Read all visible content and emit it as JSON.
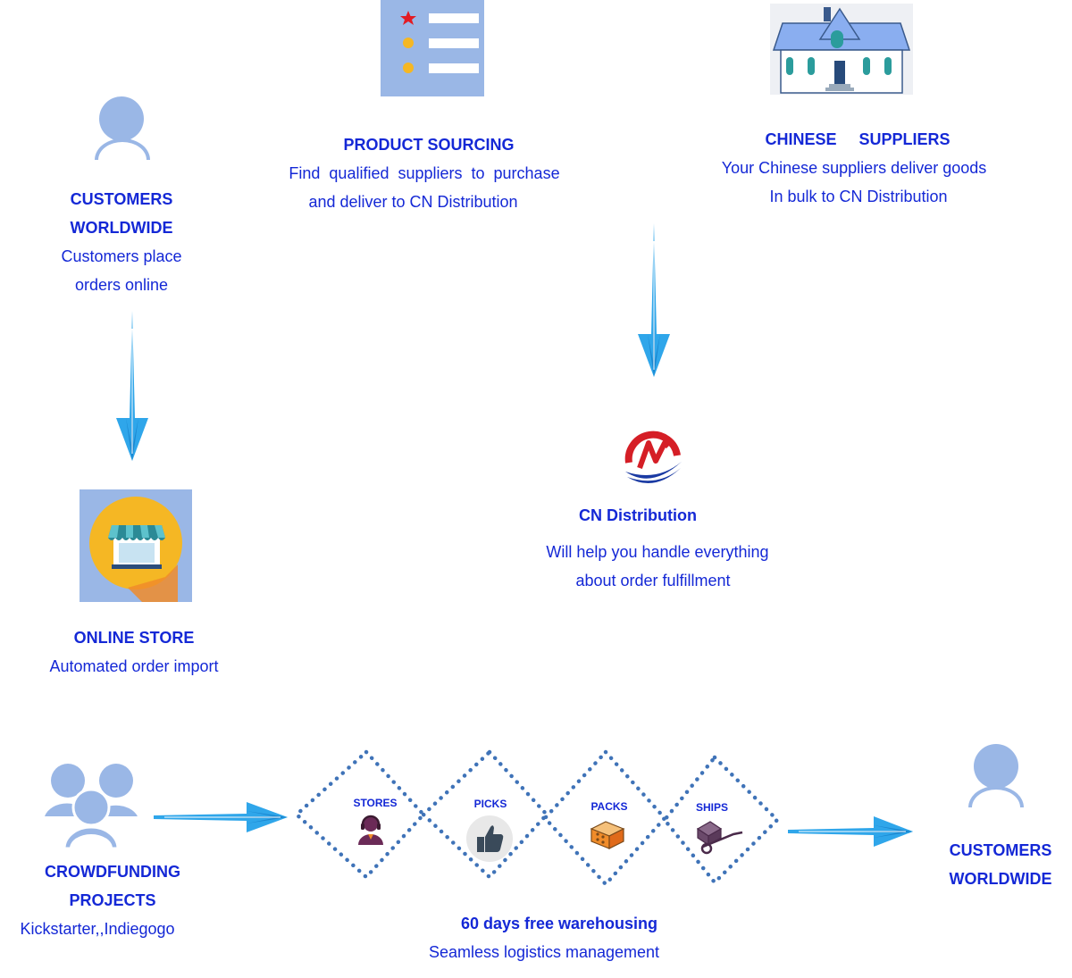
{
  "customers_top": {
    "title_line1": "CUSTOMERS",
    "title_line2": "WORLDWIDE",
    "desc_line1": "Customers place",
    "desc_line2": "orders online",
    "icon": "person-icon"
  },
  "product_sourcing": {
    "title": "PRODUCT SOURCING",
    "desc_line1": "Find  qualified  suppliers  to  purchase",
    "desc_line2": "and deliver to CN Distribution",
    "icon": "checklist-icon"
  },
  "chinese_suppliers": {
    "title": "CHINESE     SUPPLIERS",
    "desc_line1": "Your Chinese suppliers deliver goods",
    "desc_line2": "In bulk to CN Distribution",
    "icon": "house-icon"
  },
  "online_store": {
    "title": "ONLINE STORE",
    "desc": "Automated order import",
    "icon": "storefront-icon"
  },
  "cn_distribution": {
    "title": "CN Distribution",
    "desc_line1": "Will help you handle everything",
    "desc_line2": "about order fulfillment",
    "icon": "cn-logo-icon"
  },
  "crowdfunding": {
    "title_line1": "CROWDFUNDING",
    "title_line2": "PROJECTS",
    "desc": "Kickstarter,,Indiegogo",
    "icon": "group-icon"
  },
  "warehouse": {
    "steps": [
      {
        "label": "STORES",
        "icon": "operator-icon"
      },
      {
        "label": "PICKS",
        "icon": "thumbs-up-icon"
      },
      {
        "label": "PACKS",
        "icon": "box-icon"
      },
      {
        "label": "SHIPS",
        "icon": "hand-truck-icon"
      }
    ],
    "title": "60 days free warehousing",
    "desc": "Seamless logistics management"
  },
  "customers_bottom": {
    "title_line1": "CUSTOMERS",
    "title_line2": "WORLDWIDE",
    "icon": "person-icon"
  },
  "colors": {
    "text": "#1428d6",
    "icon_blue": "#9ab7e6",
    "arrow": "#2fa6ea",
    "dots": "#3f73b8"
  }
}
